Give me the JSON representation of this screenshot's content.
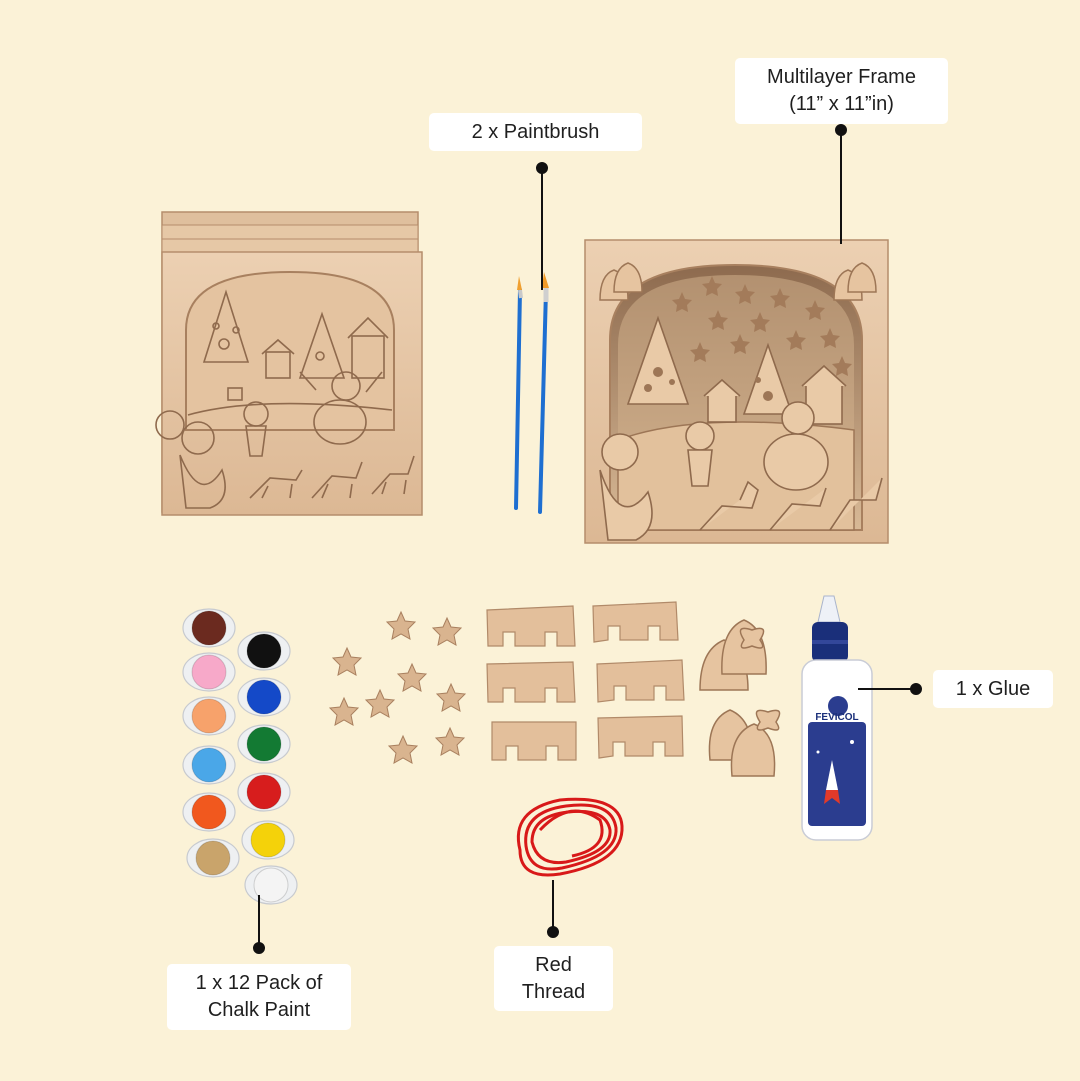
{
  "labels": {
    "frame": {
      "line1": "Multilayer Frame",
      "line2": "(11” x 11”in)"
    },
    "brush": {
      "line1": "2 x Paintbrush"
    },
    "glue": {
      "line1": "1 x Glue"
    },
    "paint": {
      "line1": "1 x 12 Pack of",
      "line2": "Chalk Paint"
    },
    "thread": {
      "line1": "Red",
      "line2": "Thread"
    }
  },
  "glue_brand": "FEVICOL",
  "paint_colors": [
    "#6b2a1f",
    "#f7a9c9",
    "#f7a26b",
    "#4aa7e8",
    "#f1581e",
    "#c9a46b",
    "#111111",
    "#1449c8",
    "#137a33",
    "#d71d1d",
    "#f4d20a",
    "#f4f4f4"
  ],
  "colors": {
    "background": "#fbf2d7",
    "wood": "#e7c6a4",
    "wood_dark": "#c99e78",
    "thread": "#d81919"
  }
}
